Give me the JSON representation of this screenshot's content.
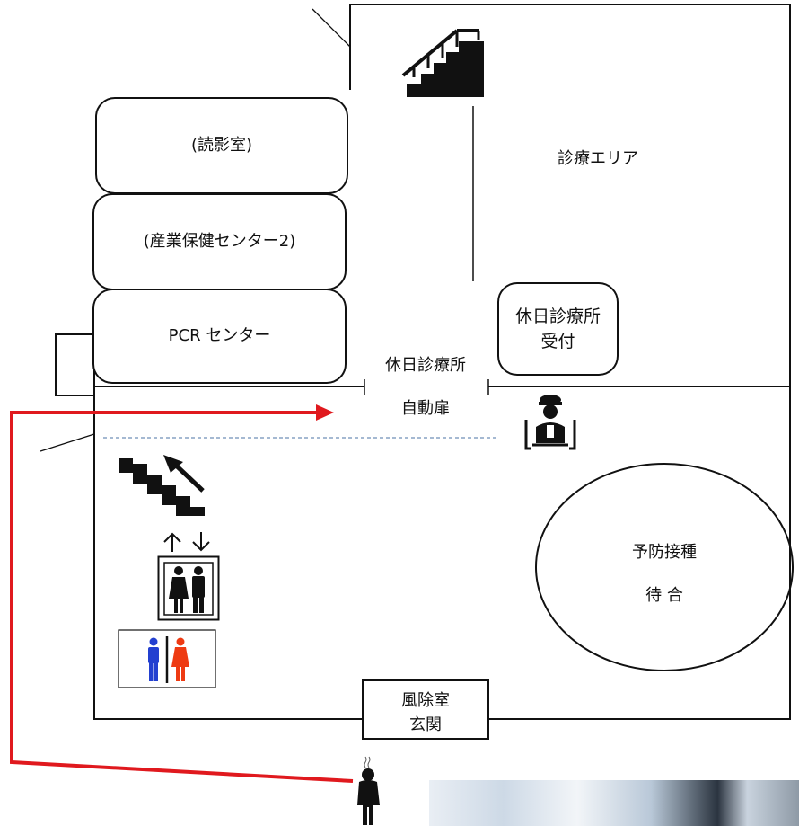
{
  "rooms": {
    "dokueishitsu": "(読影室)",
    "sangyo_hoken": "(産業保健センター2)",
    "pcr_center": "PCR センター",
    "kyujitsu_uketsuke_line1": "休日診療所",
    "kyujitsu_uketsuke_line2": "受付"
  },
  "labels": {
    "shinryo_area": "診療エリア",
    "kyujitsu_door_line1": "休日診療所",
    "kyujitsu_door_line2": "自動扉",
    "waiting_line1": "予防接種",
    "waiting_line2": "待 合",
    "entrance_line1": "風除室",
    "entrance_line2": "玄関"
  },
  "icons": [
    "stairs-up-icon",
    "guard-icon",
    "stairs-down-icon",
    "elevator-arrows-icon",
    "elevator-icon",
    "restroom-icon",
    "person-walking-icon"
  ],
  "colors": {
    "route": "#e0191e",
    "divider": "#6f8fb8",
    "male": "#2340d0",
    "female": "#ee3a12"
  }
}
